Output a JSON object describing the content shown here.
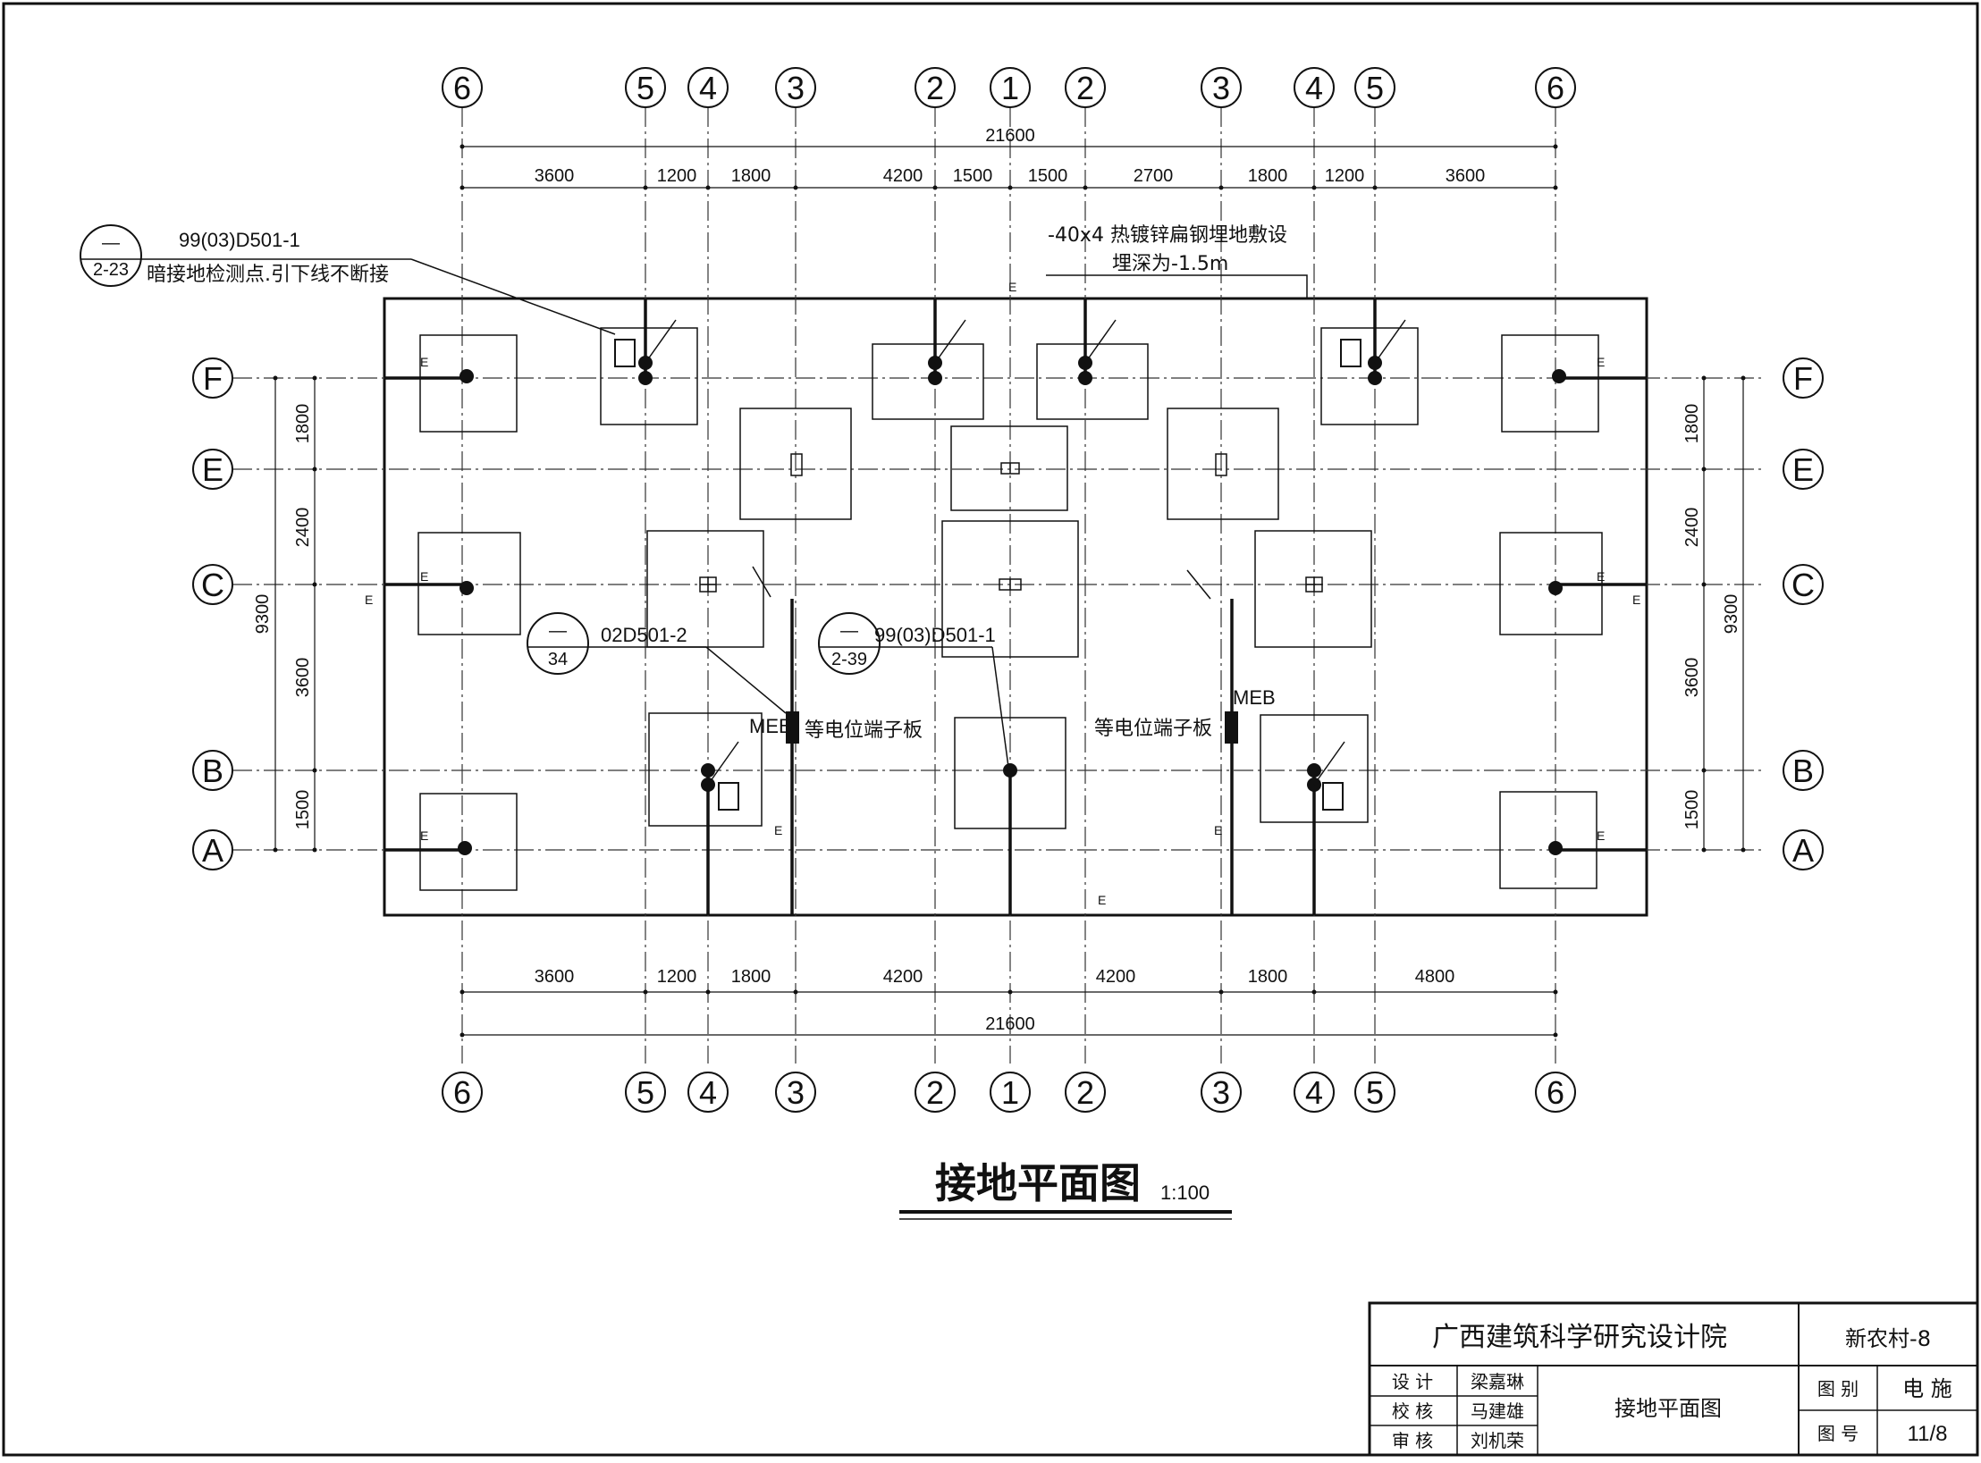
{
  "grid": {
    "columns_top": [
      "6",
      "5",
      "4",
      "3",
      "2",
      "1",
      "2",
      "3",
      "4",
      "5",
      "6"
    ],
    "columns_bottom": [
      "6",
      "5",
      "4",
      "3",
      "2",
      "1",
      "2",
      "3",
      "4",
      "5",
      "6"
    ],
    "rows": [
      "F",
      "E",
      "C",
      "B",
      "A"
    ]
  },
  "dimensions": {
    "top_total": "21600",
    "top_segments": [
      "3600",
      "1200",
      "1800",
      "4200",
      "1500",
      "1500",
      "2700",
      "1800",
      "1200",
      "3600"
    ],
    "bottom_total": "21600",
    "bottom_segments": [
      "3600",
      "1200",
      "1800",
      "4200",
      "4200",
      "1800",
      "4800"
    ],
    "left_total": "9300",
    "left_segments": [
      "1800",
      "2400",
      "3600",
      "1500"
    ],
    "right_total": "9300",
    "right_segments": [
      "1800",
      "2400",
      "3600",
      "1500"
    ]
  },
  "annotations": {
    "detail1_top": "—",
    "detail1_bottom": "2-23",
    "detail1_ref": "99(03)D501-1",
    "detail1_text": "暗接地检测点.引下线不断接",
    "steel_note_line1": "-40x4 热镀锌扁钢埋地敷设",
    "steel_note_line2": "埋深为-1.5m",
    "detail2_top": "—",
    "detail2_bottom": "34",
    "detail2_ref": "02D501-2",
    "detail3_top": "—",
    "detail3_bottom": "2-39",
    "detail3_ref": "99(03)D501-1",
    "meb_label": "MEB",
    "terminal_board": "等电位端子板",
    "e_mark": "E"
  },
  "drawing_title": "接地平面图",
  "drawing_scale": "1:100",
  "title_block": {
    "institute": "广西建筑科学研究设计院",
    "project": "新农村-8",
    "design_label": "设 计",
    "design_name": "梁嘉琳",
    "check_label": "校 核",
    "check_name": "马建雄",
    "review_label": "审 核",
    "review_name": "刘机荣",
    "sheet_name": "接地平面图",
    "category_label": "图 别",
    "category_value": "电 施",
    "number_label": "图 号",
    "number_value": "11/8"
  }
}
